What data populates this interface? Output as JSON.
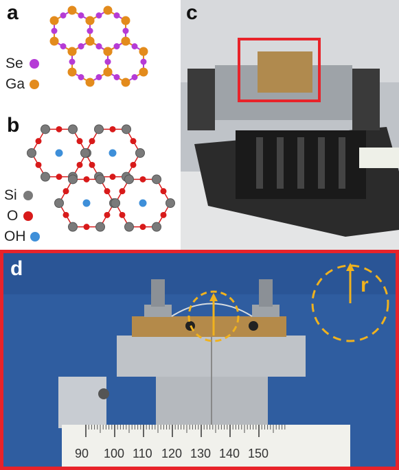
{
  "panel_a": {
    "label": "a",
    "legend": [
      {
        "name": "Se",
        "color": "#b53bd6"
      },
      {
        "name": "Ga",
        "color": "#e38b1c"
      }
    ],
    "bond_colors": [
      "#e38b1c",
      "#b53bd6"
    ]
  },
  "panel_b": {
    "label": "b",
    "legend": [
      {
        "name": "Si",
        "color": "#7a7a7a"
      },
      {
        "name": "O",
        "color": "#d81a1a"
      },
      {
        "name": "OH",
        "color": "#3e8fd9"
      }
    ],
    "bond_colors": [
      "#555555",
      "#d81a1a"
    ]
  },
  "panel_c": {
    "label": "c",
    "highlight_color": "#e8232a"
  },
  "panel_d": {
    "label": "d",
    "border_color": "#e8232a",
    "annotation_color": "#f0b21e",
    "radius_label": "r",
    "ruler_ticks": [
      "90",
      "100",
      "110",
      "120",
      "130",
      "140",
      "150"
    ]
  }
}
